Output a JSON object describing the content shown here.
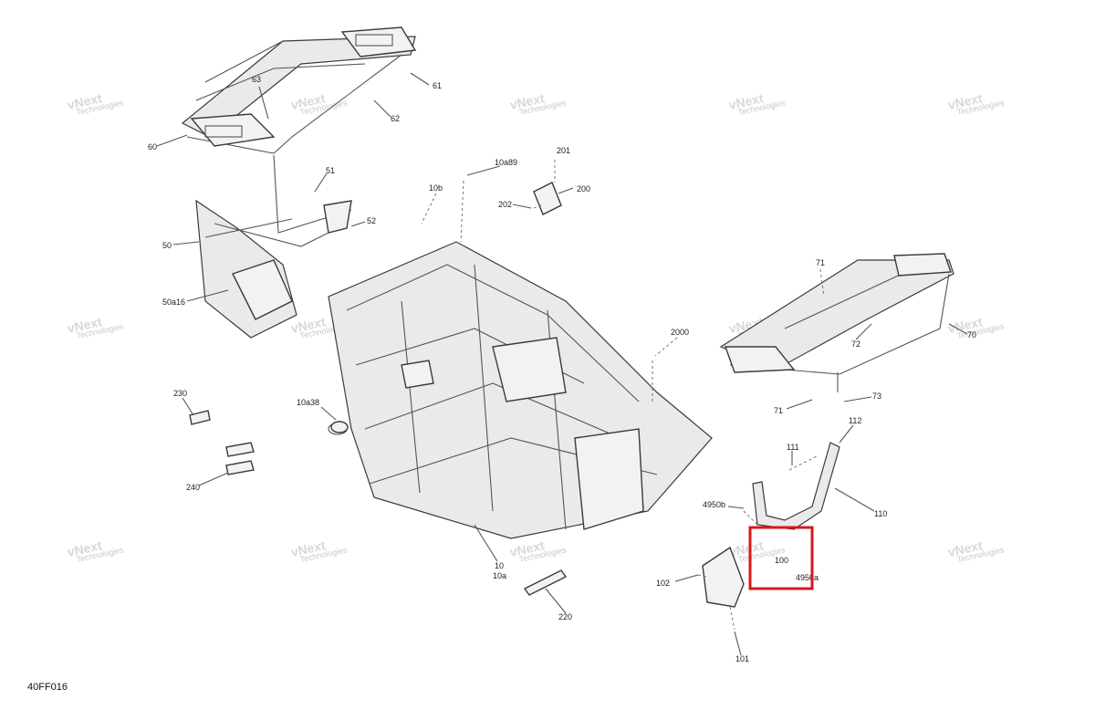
{
  "diagram": {
    "code": "40FF016",
    "watermark_line1": "vNext",
    "watermark_line2": "Technologies",
    "labels": {
      "l60": "60",
      "l63": "63",
      "l61": "61",
      "l62": "62",
      "l51": "51",
      "l52": "52",
      "l50": "50",
      "l50a16": "50a16",
      "l10b": "10b",
      "l10a89": "10a89",
      "l201": "201",
      "l200": "200",
      "l202": "202",
      "l71a": "71",
      "l72": "72",
      "l70": "70",
      "l2000": "2000",
      "l230": "230",
      "l240": "240",
      "l10a38": "10a38",
      "l71b": "71",
      "l73": "73",
      "l112": "112",
      "l111": "111",
      "l110": "110",
      "l4950b": "4950b",
      "l100": "100",
      "l4950a": "4950a",
      "l102": "102",
      "l101": "101",
      "l10": "10",
      "l10a": "10a",
      "l220": "220"
    },
    "highlight_color": "#d7191c"
  }
}
